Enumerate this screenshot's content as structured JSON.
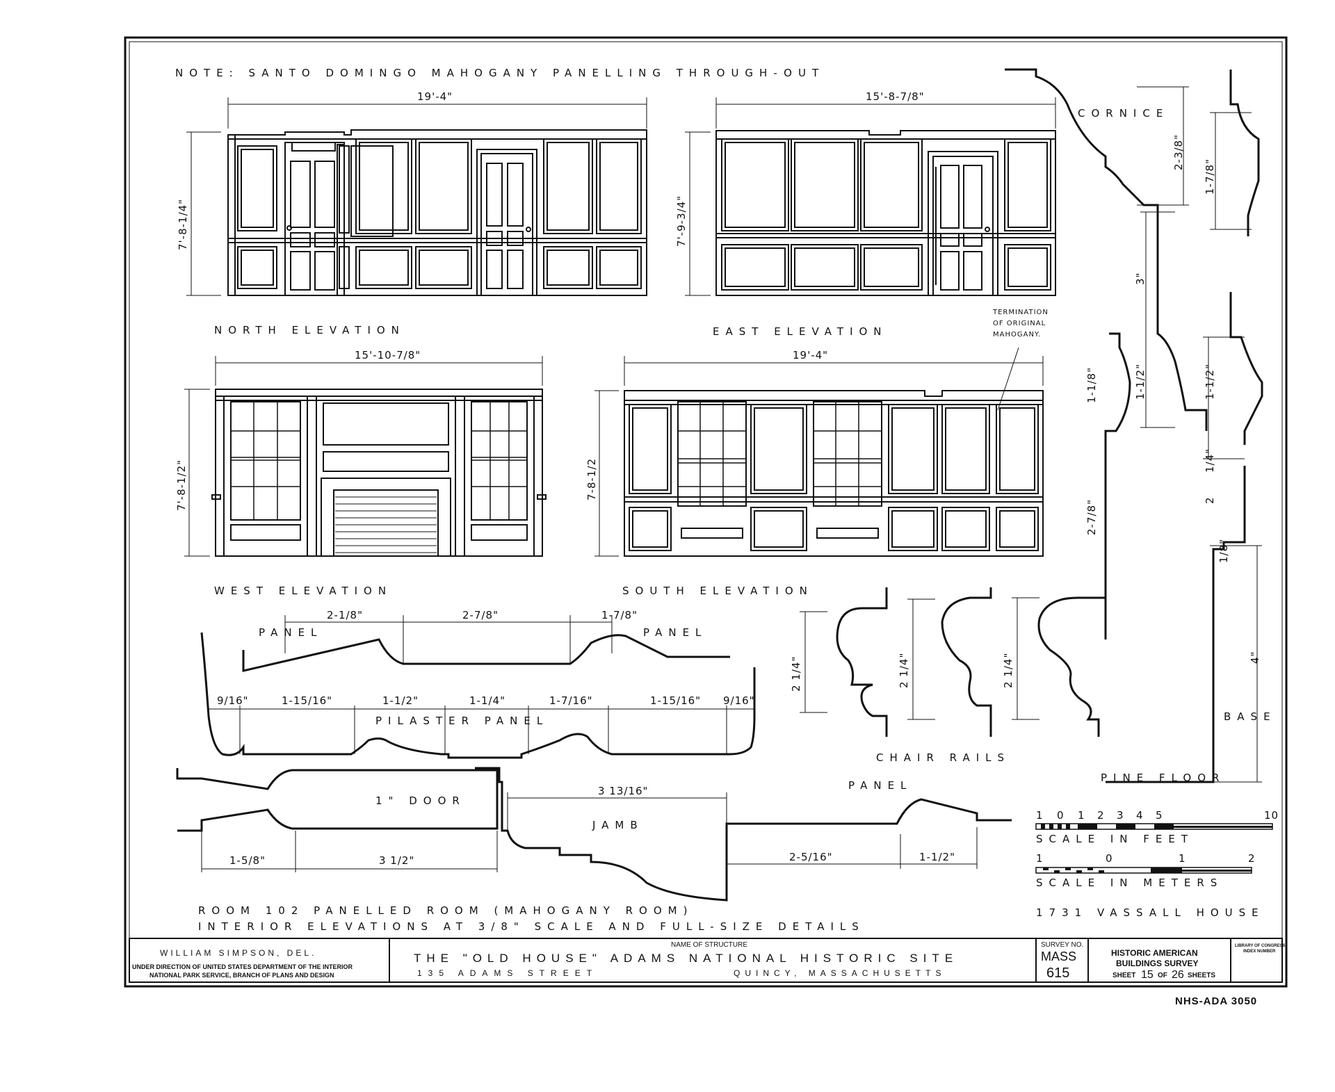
{
  "note": "NOTE: SANTO DOMINGO MAHOGANY PANELLING THROUGH-OUT",
  "elevations": {
    "north": {
      "label": "NORTH ELEVATION",
      "width": "19'-4\"",
      "height": "7'-8-1/4\""
    },
    "east": {
      "label": "EAST ELEVATION",
      "width": "15'-8-7/8\"",
      "height": "7'-9-3/4\""
    },
    "west": {
      "label": "WEST ELEVATION",
      "width": "15'-10-7/8\"",
      "height": "7'-8-1/2\""
    },
    "south": {
      "label": "SOUTH ELEVATION",
      "width": "19'-4\"",
      "height": "7-8-1/2"
    }
  },
  "termination_note": [
    "TERMINATION",
    "OF ORIGINAL",
    "MAHOGANY."
  ],
  "cornice": {
    "label": "CORNICE",
    "dims": [
      "2-3/8\"",
      "1-7/8\"",
      "3\"",
      "1-1/2\"",
      "1-1/2\"",
      "1-1/8\"",
      "1/4\"",
      "2-7/8\"",
      "2"
    ]
  },
  "base": {
    "label": "BASE",
    "dims": [
      "1/8\"",
      "4\""
    ],
    "floor": "PINE FLOOR"
  },
  "chair_rails": {
    "label": "CHAIR RAILS",
    "dims": [
      "2 1/4\"",
      "2 1/4\"",
      "2 1/4\""
    ]
  },
  "panel_section": {
    "top_dims": [
      "2-1/8\"",
      "2-7/8\"",
      "1-7/8\""
    ],
    "panel_left": "PANEL",
    "panel_right": "PANEL",
    "pilaster_dims": [
      "9/16\"",
      "1-15/16\"",
      "1-1/2\"",
      "1-1/4\"",
      "1-7/16\"",
      "1-15/16\"",
      "9/16\""
    ],
    "pilaster_label": "PILASTER PANEL"
  },
  "door_section": {
    "label": "1\" DOOR",
    "dims": [
      "1-5/8\"",
      "3 1/2\""
    ]
  },
  "jamb_section": {
    "label": "JAMB",
    "panel": "PANEL",
    "dims": [
      "3 13/16\"",
      "2-5/16\"",
      "1-1/2\""
    ]
  },
  "scales": {
    "feet": {
      "label": "SCALE IN FEET",
      "ticks": [
        "1",
        "0",
        "1",
        "2",
        "3",
        "4",
        "5",
        "10"
      ]
    },
    "meters": {
      "label": "SCALE IN METERS",
      "ticks": [
        "1",
        "0",
        "1",
        "2"
      ]
    }
  },
  "house": "1731 VASSALL HOUSE",
  "caption": {
    "line1": "ROOM 102 PANELLED ROOM (MAHOGANY ROOM)",
    "line2": "INTERIOR ELEVATIONS AT 3/8\" SCALE AND FULL-SIZE DETAILS"
  },
  "title_block": {
    "delineator": "WILLIAM SIMPSON, DEL.",
    "direction1": "UNDER DIRECTION OF UNITED STATES DEPARTMENT OF THE INTERIOR",
    "direction2": "NATIONAL PARK SERVICE, BRANCH OF PLANS AND DESIGN",
    "structure_header": "NAME OF STRUCTURE",
    "structure_name": "THE \"OLD HOUSE\" ADAMS NATIONAL HISTORIC SITE",
    "address_street": "135 ADAMS STREET",
    "address_city": "QUINCY, MASSACHUSETTS",
    "survey_no_label": "SURVEY NO.",
    "survey_state": "MASS",
    "survey_number": "615",
    "habs1": "HISTORIC AMERICAN",
    "habs2": "BUILDINGS SURVEY",
    "sheet_word": "SHEET",
    "sheet_num": "15",
    "of_word": "OF",
    "sheet_total": "26",
    "sheets_word": "SHEETS",
    "loc1": "LIBRARY OF CONGRESS",
    "loc2": "INDEX NUMBER"
  },
  "drawing_number": "NHS-ADA 3050"
}
